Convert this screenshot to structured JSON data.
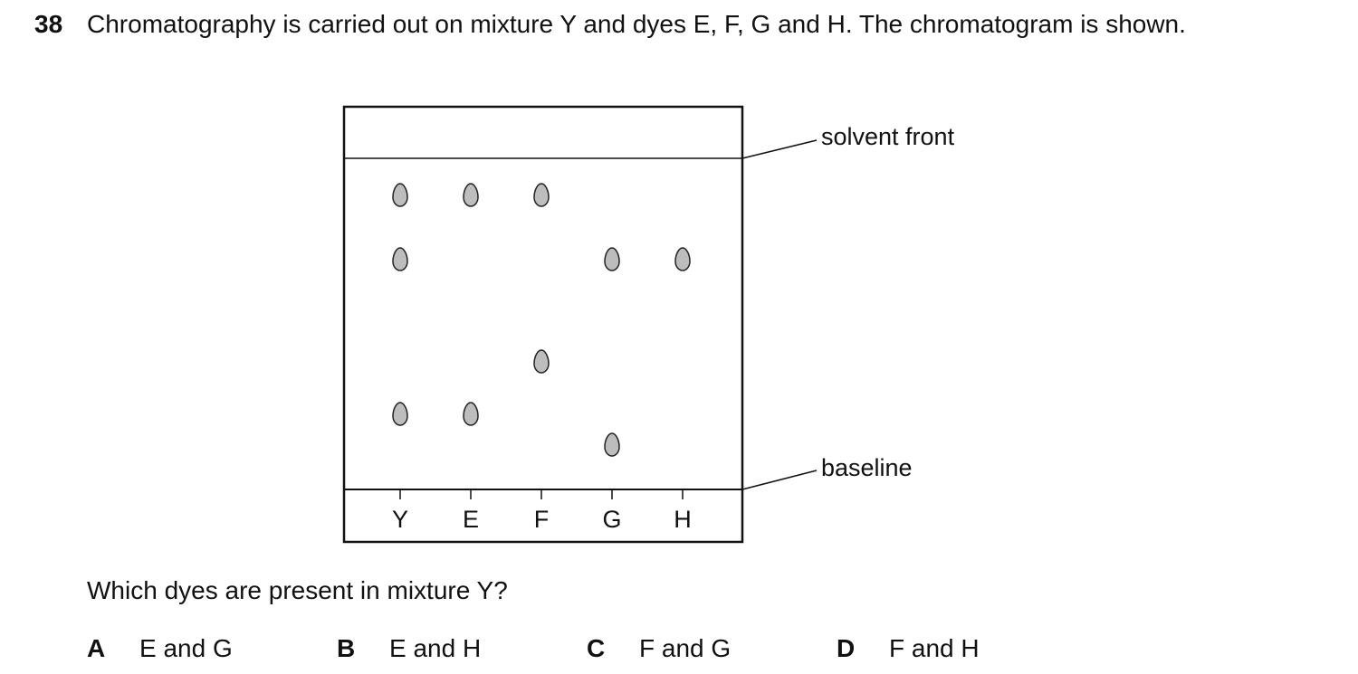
{
  "question": {
    "number": "38",
    "stem": "Chromatography is carried out on mixture Y and dyes E, F, G and H. The chromatogram is shown.",
    "prompt": "Which dyes are present in mixture Y?"
  },
  "diagram": {
    "label_solvent_front": "solvent front",
    "label_baseline": "baseline",
    "lanes": [
      "Y",
      "E",
      "F",
      "G",
      "H"
    ]
  },
  "options": [
    {
      "letter": "A",
      "text": "E and G"
    },
    {
      "letter": "B",
      "text": "E and H"
    },
    {
      "letter": "C",
      "text": "F and G"
    },
    {
      "letter": "D",
      "text": "F and H"
    }
  ],
  "colors": {
    "spot_fill": "#bdbdbd",
    "ink": "#111111"
  }
}
